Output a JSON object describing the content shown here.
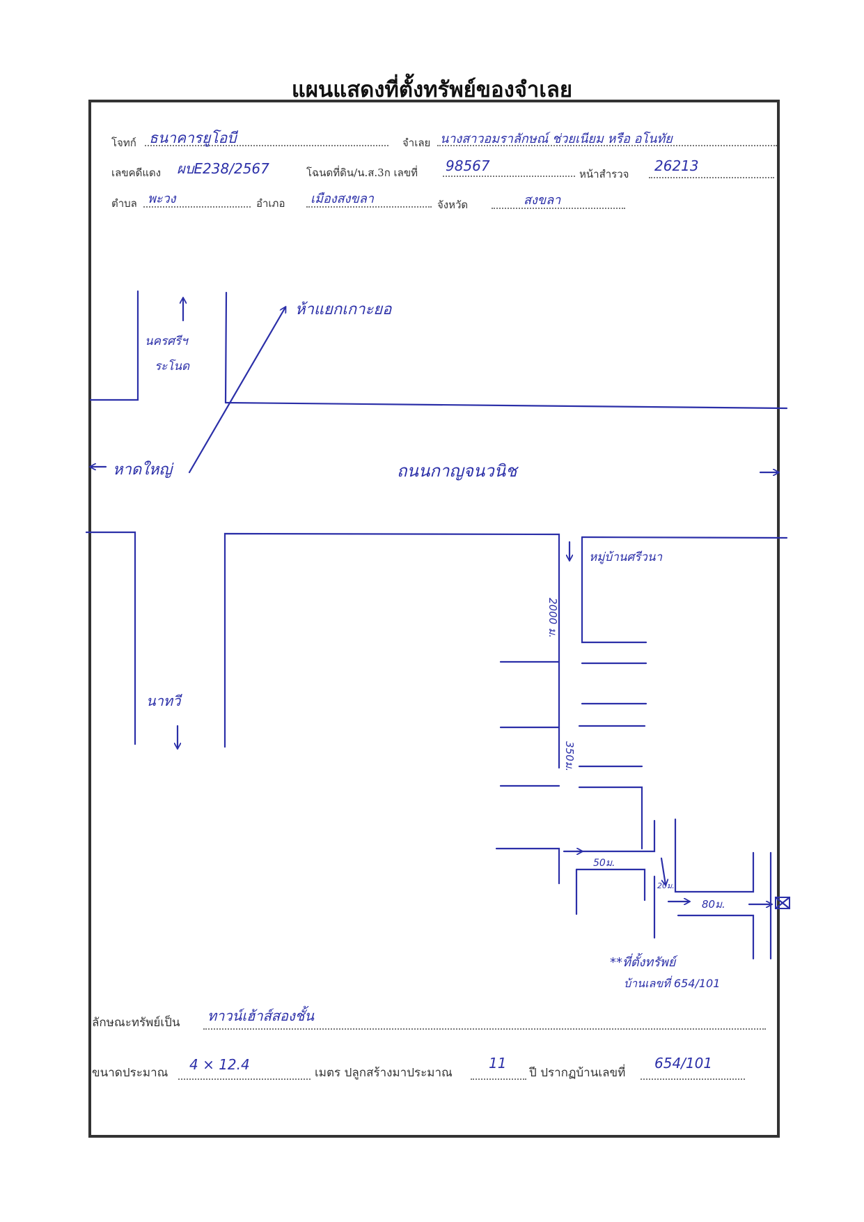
{
  "title": "แผนแสดงที่ตั้งทรัพย์ของจำเลย",
  "header": {
    "plaintiff_label": "โจทก์",
    "plaintiff_value": "ธนาคารยูโอบี",
    "defendant_label": "จำเลย",
    "defendant_value": "นางสาวอมราลักษณ์ ช่วยเนียม หรือ อโนทัย",
    "red_case_label": "เลขคดีแดง",
    "red_case_value": "ผบE238/2567",
    "deed_label": "โฉนดที่ดิน/น.ส.3ก เลขที่",
    "deed_value": "98567",
    "survey_label": "หน้าสำรวจ",
    "survey_value": "26213",
    "subdistrict_label": "ตำบล",
    "subdistrict_value": "พะวง",
    "district_label": "อำเภอ",
    "district_value": "เมืองสงขลา",
    "province_label": "จังหวัด",
    "province_value": "สงขลา"
  },
  "map": {
    "to_nakhon_si": "นครศรีฯ",
    "to_ranot": "ระโนด",
    "to_koh_yo": "ห้าแยกเกาะยอ",
    "to_hat_yai": "หาดใหญ่",
    "main_road": "ถนนกาญจนวนิช",
    "village": "หมู่บ้านศรีวนา",
    "soi_distance": "2000 ม.",
    "leg_350": "350ม.",
    "leg_50": "50ม.",
    "leg_20": "20ม.",
    "leg_80": "80ม.",
    "to_na_thawi": "นาทวี",
    "asset_note_1": "**ที่ตั้งทรัพย์",
    "asset_note_2": "บ้านเลขที่ 654/101"
  },
  "footer": {
    "asset_type_label": "ลักษณะทรัพย์เป็น",
    "asset_type_value": "ทาวน์เฮ้าส์สองชั้น",
    "size_label": "ขนาดประมาณ",
    "size_value": "4 × 12.4",
    "meter_label": "เมตร ปลูกสร้างมาประมาณ",
    "years_value": "11",
    "years_label": "ปี ปรากฏบ้านเลขที่",
    "house_no_value": "654/101"
  }
}
